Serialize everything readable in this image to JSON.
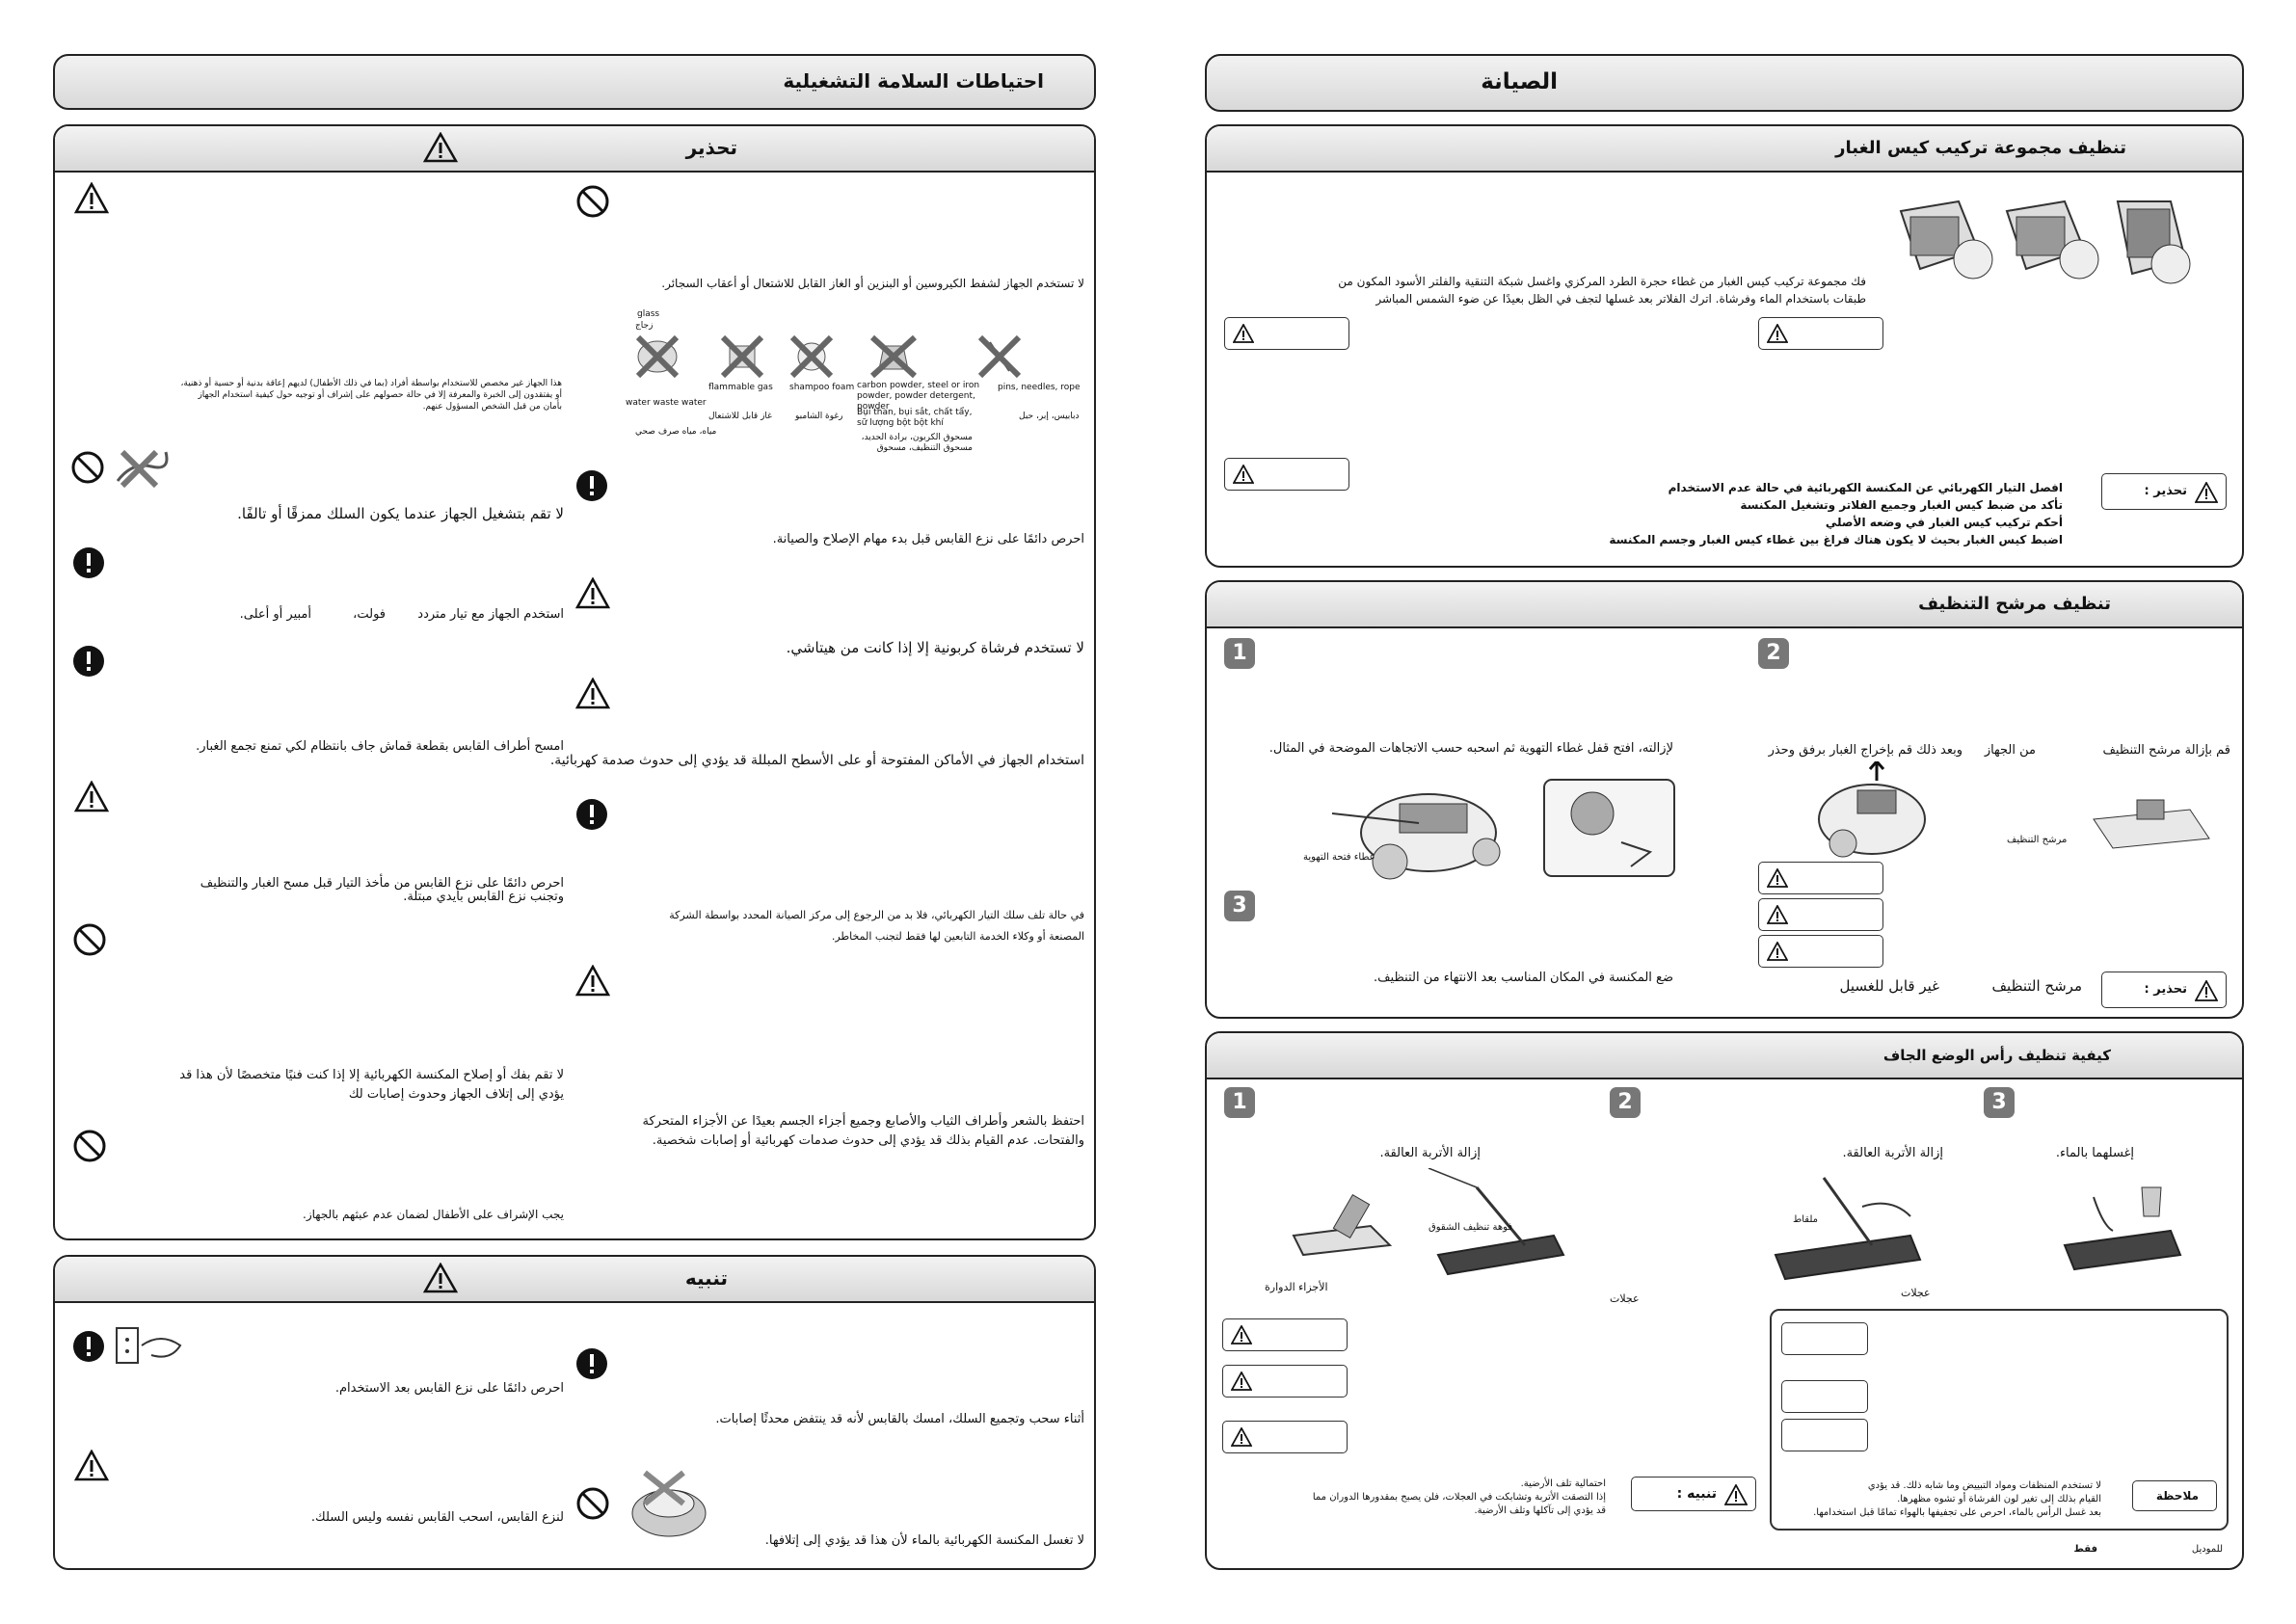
{
  "safety": {
    "title": "احتياطات السلامة التشغيلية",
    "warning_title": "تحذير",
    "caution_title": "تنبيه",
    "forbidden_items": {
      "intro": "لا تستخدم الجهاز لشفط الكيروسين أو البنزين أو الغاز القابل للاشتعال أو أعقاب السجائر.",
      "glass_top": "glass",
      "glass_ar": "زجاج",
      "items": [
        {
          "en": "water  waste water",
          "ar": "مياه، مياه صرف صحي"
        },
        {
          "en": "flammable gas",
          "ar": "غاز قابل للاشتعال"
        },
        {
          "en": "shampoo foam",
          "ar": "رغوة الشامبو"
        },
        {
          "en": "carbon powder, steel or iron powder, powder detergent, powder",
          "en2": "Bụi than, bụi sắt, chất tẩy, sữ lượng bột bột khí",
          "ar": "مسحوق الكربون، برادة الحديد، مسحوق التنظيف، مسحوق"
        },
        {
          "en": "pins, needles, rope",
          "ar": "دبابيس، إبر، حبل"
        }
      ]
    },
    "left_col": [
      "هذا الجهاز غير مخصص للاستخدام بواسطة أفراد (بما في ذلك الأطفال) لديهم إعاقة بدنية أو حسية أو ذهنية،",
      "أو يفتقدون إلى الخبرة والمعرفة إلا في حالة حصولهم على إشراف أو توجيه حول كيفية استخدام الجهاز",
      "بأمان من قبل الشخص المسؤول عنهم.",
      "لا تقم بتشغيل الجهاز عندما يكون السلك ممزقًا أو تالفًا.",
      "استخدم الجهاز مع تيار متردد",
      "فولت،",
      "أمبير أو أعلى.",
      "امسح أطراف القابس بقطعة قماش جاف بانتظام لكي تمنع تجمع الغبار.",
      "احرص دائمًا على نزع القابس من مأخذ التيار قبل مسح الغبار والتنظيف",
      "وتجنب نزع القابس بأيدي مبتلة.",
      "لا تقم بفك أو إصلاح المكنسة الكهربائية إلا إذا كنت فنيًا متخصصًا لأن هذا قد",
      "يؤدي إلى إتلاف الجهاز وحدوث إصابات لك",
      "يجب الإشراف على الأطفال لضمان عدم عبثهم بالجهاز."
    ],
    "right_col": [
      "احرص دائمًا على نزع القابس قبل بدء مهام الإصلاح والصيانة.",
      "لا تستخدم فرشاة كربونية إلا إذا كانت من هيتاشي.",
      "استخدام الجهاز في الأماكن المفتوحة أو على الأسطح المبللة قد يؤدي إلى حدوث صدمة كهربائية.",
      "في حالة تلف سلك التيار الكهربائي، فلا بد من الرجوع إلى مركز الصيانة المحدد بواسطة الشركة",
      "المصنعة أو وكلاء الخدمة التابعين لها فقط لتجنب المخاطر.",
      "احتفظ بالشعر وأطراف الثياب والأصابع وجميع أجزاء الجسم بعيدًا عن الأجزاء المتحركة",
      "والفتحات. عدم القيام بذلك قد يؤدي إلى حدوث صدمات كهربائية أو إصابات شخصية."
    ],
    "caution": {
      "left1": "احرص دائمًا على نزع القابس بعد الاستخدام.",
      "left2": "لنزع القابس، اسحب القابس نفسه وليس السلك.",
      "right1": "أثناء سحب وتجميع السلك، امسك بالقابس لأنه قد ينتفض محدثًا إصابات.",
      "right2": "لا تغسل المكنسة الكهربائية بالماء لأن هذا قد يؤدي إلى إتلافها."
    }
  },
  "maintenance": {
    "title": "الصيانة",
    "dustbag": {
      "title": "تنظيف مجموعة تركيب كيس الغبار",
      "desc1": "فك مجموعة تركيب كيس الغبار من غطاء حجرة الطرد المركزي واغسل شبكة التنقية والفلتر الأسود المكون من",
      "desc2": "طبقات باستخدام الماء وفرشاة. اترك الفلاتر بعد غسلها لتجف في الظل بعيدًا عن ضوء الشمس المباشر",
      "warn_label": "تحذير :",
      "bullets": [
        "افصل التيار الكهربائي عن المكنسة الكهربائية في حالة عدم الاستخدام",
        "تأكد من ضبط كيس الغبار وجميع الفلاتر وتشغيل المكنسة",
        "أحكم تركيب كيس الغبار في وضعه الأصلي",
        "اضبط كيس الغبار بحيث لا يكون هناك فراغ بين غطاء كيس الغبار وجسم المكنسة"
      ]
    },
    "filter": {
      "title": "تنظيف مرشح التنظيف",
      "step1": "لإزالته، افتح قفل غطاء التهوية ثم اسحبه حسب الاتجاهات الموضحة في المثال.",
      "step1_label": "غطاء فتحة التهوية",
      "step2a": "قم بإزالة مرشح التنظيف",
      "step2b": "من الجهاز",
      "step2c": "وبعد ذلك قم بإخراج الغبار برفق وحذر",
      "step2_label": "مرشح التنظيف",
      "step3": "ضع المكنسة في المكان المناسب بعد الانتهاء من التنظيف.",
      "warn_label": "تحذير :",
      "warn1": "مرشح التنظيف",
      "warn2": "غير قابل للغسيل"
    },
    "drymode": {
      "title": "كيفية تنظيف رأس الوضع الجاف",
      "step1": "إزالة الأتربة العالقة.",
      "step1_label_a": "فوهة تنظيف الشقوق",
      "step1_label_b": "الأجزاء الدوارة",
      "step1_label_c": "عجلات",
      "step2": "إزالة الأتربة العالقة.",
      "step2_label_a": "ملقاط",
      "step2_label_b": "عجلات",
      "step3": "إغسلهما بالماء.",
      "caution_label": "تنبيه :",
      "caution_text1": "احتمالية تلف الأرضية.",
      "caution_text2": "إذا التصقت الأتربة وتشابكت في العجلات، فلن يصبح بمقدورها الدوران مما",
      "caution_text3": "قد يؤدي إلى تآكلها وتلف الأرضية.",
      "note_label": "ملاحظة",
      "note1": "لا تستخدم المنظفات ومواد التبييض وما شابه ذلك. قد يؤدي",
      "note2": "القيام بذلك إلى تغير لون الفرشاة أو تشوه مظهرها.",
      "note3": "بعد غسل الرأس بالماء، احرص على تجفيفها بالهواء تمامًا قبل استخدامها.",
      "model_a": "للموديل",
      "model_b": "فقط"
    },
    "numbers": [
      "1",
      "2",
      "3"
    ]
  }
}
